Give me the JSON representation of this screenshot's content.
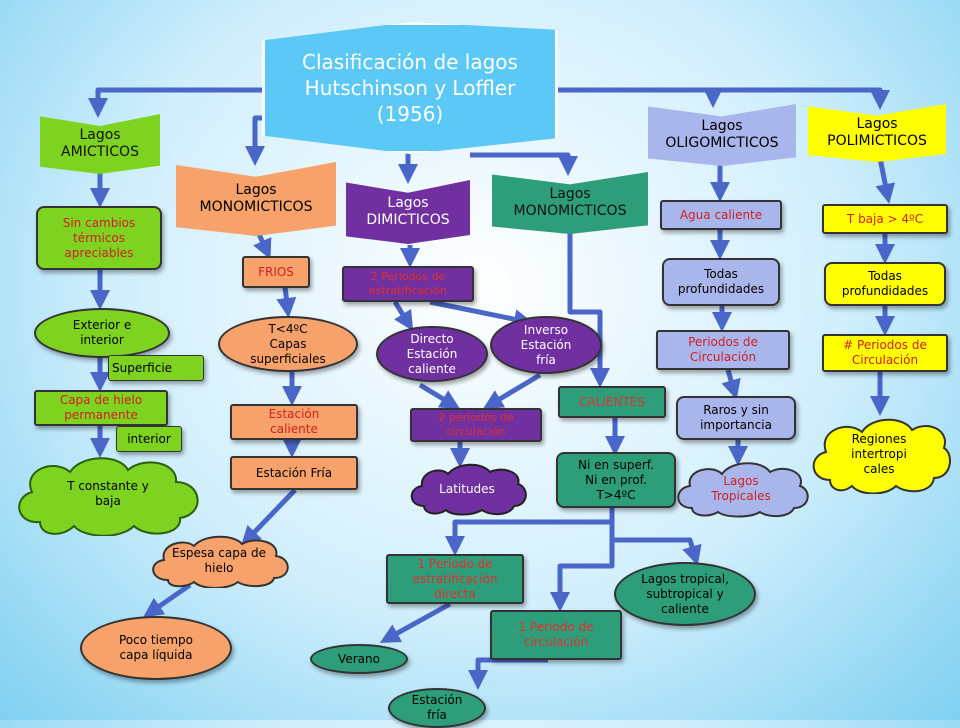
{
  "title": "Clasificación de lagos\nHutschinson y Loffler\n(1956)",
  "amicticos": {
    "header": "Lagos\nAMICTICOS",
    "n1": "Sin cambios\ntérmicos\napreciables",
    "n2": "Exterior e\ninterior",
    "superficie": "Superficie",
    "n3": "Capa de hielo\npermanente",
    "interior": "interior",
    "n4": "T constante y\nbaja"
  },
  "monomicticos_frios": {
    "header": "Lagos\nMONOMICTICOS",
    "n1": "FRIOS",
    "n2": "T<4ºC\nCapas\nsuperficiales",
    "n3": "Estación\ncaliente",
    "n4": "Estación Fría",
    "n5": "Espesa capa de\nhielo",
    "n6": "Poco tiempo\ncapa líquida"
  },
  "dimicticos": {
    "header": "Lagos\nDIMICTICOS",
    "n1": "2 Periodos de\nestratificación",
    "n2": "Directo\nEstación\ncaliente",
    "n3": "Inverso\nEstación\nfría",
    "n4": "2 periodos de\ncirculación",
    "n5": "Latitudes"
  },
  "monomicticos_calientes": {
    "header": "Lagos\nMONOMICTICOS",
    "n1": "CALIENTES",
    "n2": "Ni en superf.\nNi en prof.\nT>4ºC",
    "n3": "1 Periodo de\nestratificación\ndirecta",
    "n4": "Lagos tropical,\nsubtropical y\ncaliente",
    "n5": "1 Periodo de\ncirculación",
    "n6": "Verano",
    "n7": "Estación\nfría"
  },
  "oligomicticos": {
    "header": "Lagos\nOLIGOMICTICOS",
    "n1": "Agua caliente",
    "n2": "Todas\nprofundidades",
    "n3": "Periodos de\nCirculación",
    "n4": "Raros y sin\nimportancia",
    "n5": "Lagos\nTropicales"
  },
  "polimicticos": {
    "header": "Lagos\nPOLIMICTICOS",
    "n1": "T baja > 4ºC",
    "n2": "Todas\nprofundidades",
    "n3": "# Periodos de\nCirculación",
    "n4": "Regiones\nintertropi\ncales"
  },
  "colors": {
    "arrow": "#4a66c8",
    "green": "#7ed321",
    "salmon": "#f7a26b",
    "purple": "#7030a0",
    "teal": "#2e9e7a",
    "lavender": "#a9b6ec",
    "yellow": "#ffff00",
    "title": "#5bc8f5"
  }
}
